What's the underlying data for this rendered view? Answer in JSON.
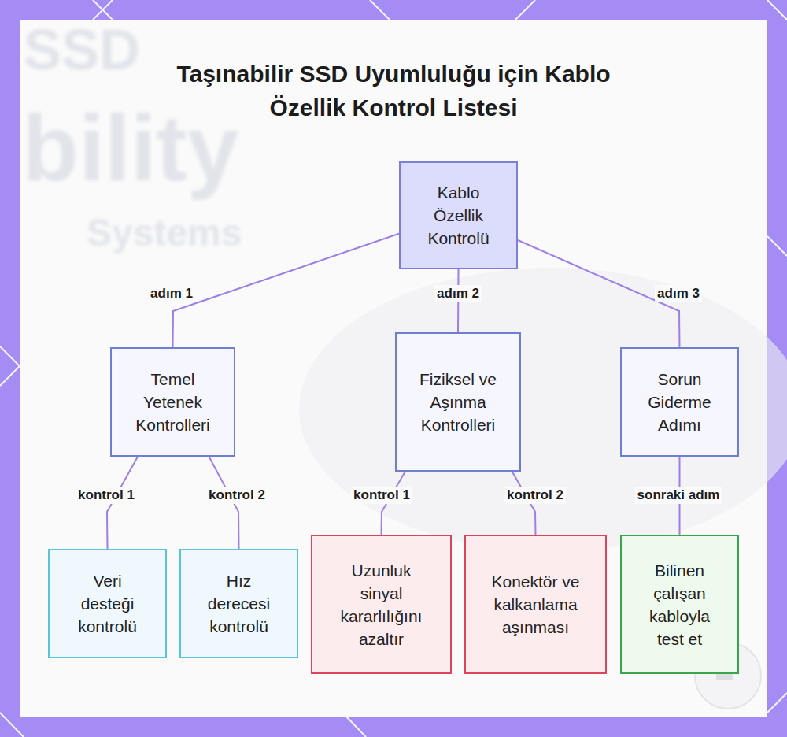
{
  "diagram": {
    "title": "Taşınabilir SSD Uyumluluğu için Kablo Özellik Kontrol Listesi",
    "nodes": [
      {
        "text": [
          "Kablo Özellik Kontrolü"
        ]
      },
      {
        "text": [
          "Temel Yetenek Kontrolleri"
        ]
      },
      {
        "text": [
          "Fiziksel ve Aşınma Kontrolleri"
        ]
      },
      {
        "text": [
          "Sorun Giderme Adımı"
        ]
      },
      {
        "text": [
          "Veri desteği kontrolü"
        ]
      },
      {
        "text": [
          "Hız derecesi kontrolü"
        ]
      },
      {
        "text": [
          "Uzunluk sinyal kararlılığını azaltır"
        ]
      },
      {
        "text": [
          "Konektör ve kalkanlama aşınması"
        ]
      },
      {
        "text": [
          "Bilinen çalışan kabloyla test et"
        ]
      }
    ],
    "edges": [
      {
        "from": 0,
        "to": 1,
        "label": "adım 1",
        "arrow": "none"
      },
      {
        "from": 0,
        "to": 2,
        "label": "adım 2",
        "arrow": "none"
      },
      {
        "from": 0,
        "to": 3,
        "label": "adım 3",
        "arrow": "none"
      },
      {
        "from": 1,
        "to": 4,
        "label": "kontrol 1",
        "arrow": "none"
      },
      {
        "from": 1,
        "to": 5,
        "label": "kontrol 2",
        "arrow": "none"
      },
      {
        "from": 2,
        "to": 6,
        "label": "kontrol 1",
        "arrow": "none"
      },
      {
        "from": 2,
        "to": 7,
        "label": "kontrol 2",
        "arrow": "none"
      },
      {
        "from": 3,
        "to": 8,
        "label": "sonraki adım",
        "arrow": "none"
      }
    ],
    "labels": [
      "SSD",
      "bility",
      "Systems"
    ]
  }
}
